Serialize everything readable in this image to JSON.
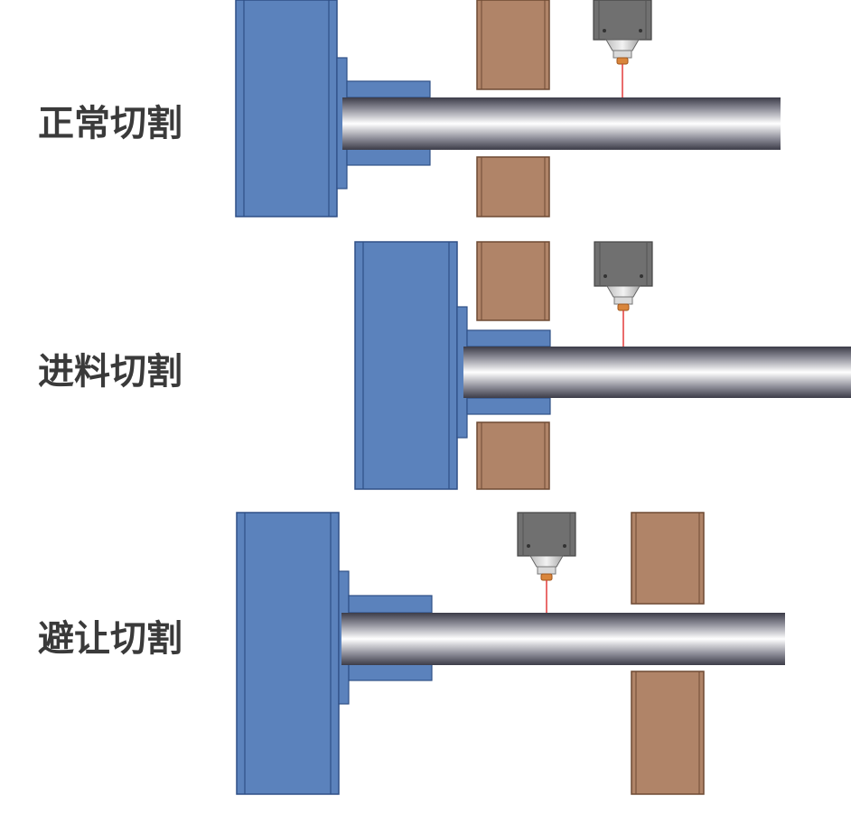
{
  "colors": {
    "chuck": "#5b82bc",
    "chuck_edge": "#2f4f86",
    "support": "#b08468",
    "support_edge": "#6e4a33",
    "laser_head": "#6f6f6f",
    "laser_nozzle": "#d9853b",
    "laser_beam": "#e23a3a"
  },
  "panels": [
    {
      "id": "normal",
      "label": "正常切割"
    },
    {
      "id": "feed",
      "label": "进料切割"
    },
    {
      "id": "avoid",
      "label": "避让切割"
    }
  ]
}
